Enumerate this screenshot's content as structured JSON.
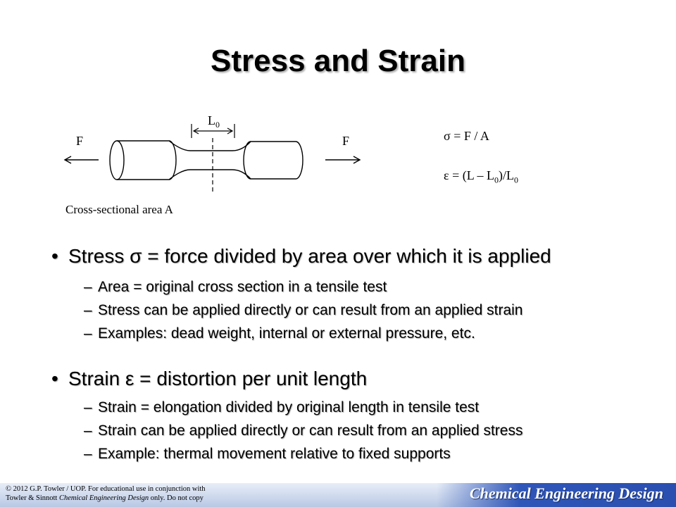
{
  "slide": {
    "title": "Stress and Strain"
  },
  "diagram": {
    "force_left": "F",
    "force_right": "F",
    "length_label": "L",
    "length_sub": "0",
    "area_label": "Cross-sectional area A"
  },
  "formulas": {
    "stress": {
      "symbol": "σ",
      "rhs": "= F / A"
    },
    "strain": {
      "symbol": "ε",
      "rhs_a": "= (L – L",
      "sub1": "0",
      "rhs_b": ")/L",
      "sub2": "0"
    }
  },
  "bullets": {
    "stress": {
      "text": "Stress σ = force divided by area over which it is applied",
      "subs": [
        "Area = original cross section in a tensile test",
        "Stress can be applied directly or can result from an applied strain",
        "Examples: dead weight, internal or external pressure, etc."
      ]
    },
    "strain": {
      "text": "Strain ε = distortion per unit length",
      "subs": [
        "Strain = elongation divided by original length in tensile test",
        "Strain can be applied directly or can result from an applied stress",
        "Example: thermal movement relative to fixed supports"
      ]
    }
  },
  "footer": {
    "copyright_line1": "© 2012 G.P. Towler / UOP. For educational use in conjunction with",
    "copyright_line2a": "Towler & Sinnott ",
    "copyright_line2_italic": "Chemical Engineering Design",
    "copyright_line2b": " only. Do not copy",
    "brand": "Chemical Engineering Design"
  },
  "colors": {
    "footer_brand_blue": "#2a4fb0",
    "text": "#000000"
  }
}
